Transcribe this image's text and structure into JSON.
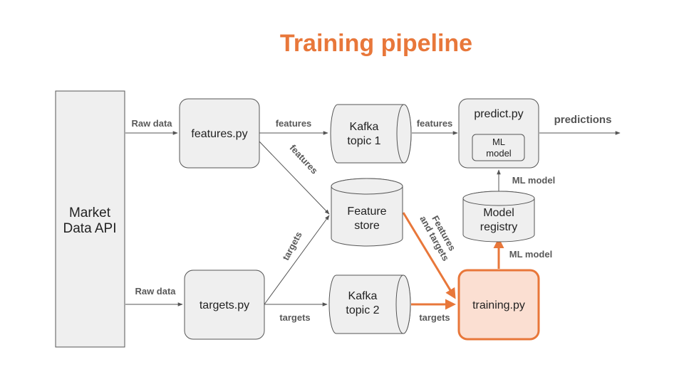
{
  "title": "Training pipeline",
  "colors": {
    "accent": "#e8773a",
    "node_fill": "#efefef",
    "node_stroke": "#555555",
    "highlight_fill": "#fbdfd2",
    "label_text": "#595959"
  },
  "nodes": {
    "market_api": [
      "Market",
      "Data API"
    ],
    "features_py": "features.py",
    "targets_py": "targets.py",
    "kafka1": [
      "Kafka",
      "topic 1"
    ],
    "kafka2": [
      "Kafka",
      "topic 2"
    ],
    "feature_store": [
      "Feature",
      "store"
    ],
    "predict_py": "predict.py",
    "ml_model_inner": [
      "ML",
      "model"
    ],
    "model_registry": [
      "Model",
      "registry"
    ],
    "training_py": "training.py"
  },
  "edges": {
    "raw_data_top": "Raw data",
    "raw_data_bottom": "Raw data",
    "features_to_kafka": "features",
    "kafka_to_predict": "features",
    "features_to_store": "features",
    "targets_to_store": "targets",
    "targets_to_kafka": "targets",
    "kafka_to_training": "targets",
    "store_to_training": [
      "Features",
      "and targets"
    ],
    "training_to_registry": "ML model",
    "registry_to_predict": "ML model",
    "predictions": "predictions"
  }
}
